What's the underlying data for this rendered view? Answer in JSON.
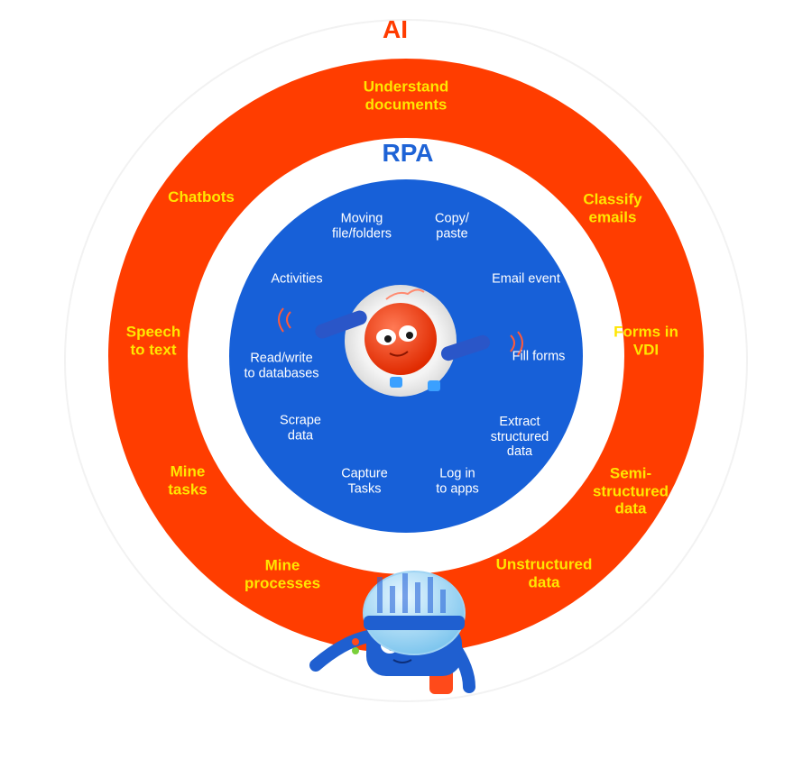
{
  "diagram": {
    "ai": {
      "title": "AI",
      "items": [
        "Understand\ndocuments",
        "Classify\nemails",
        "Forms in\nVDI",
        "Semi-\nstructured\ndata",
        "Unstructured\ndata",
        "Mine\nprocesses",
        "Mine\ntasks",
        "Speech\nto text",
        "Chatbots"
      ]
    },
    "rpa": {
      "title": "RPA",
      "items": [
        "Moving\nfile/folders",
        "Copy/\npaste",
        "Email event",
        "Fill forms",
        "Extract\nstructured\ndata",
        "Log in\nto apps",
        "Capture\nTasks",
        "Scrape\ndata",
        "Read/write\nto databases",
        "Activities"
      ]
    },
    "colors": {
      "ai_ring": "#ff3d00",
      "ai_text": "#ffe600",
      "rpa_disc": "#1760d8",
      "rpa_title": "#1e63d6",
      "robot_red": "#ff3b1a",
      "robot_blue": "#1f5fd0"
    }
  }
}
